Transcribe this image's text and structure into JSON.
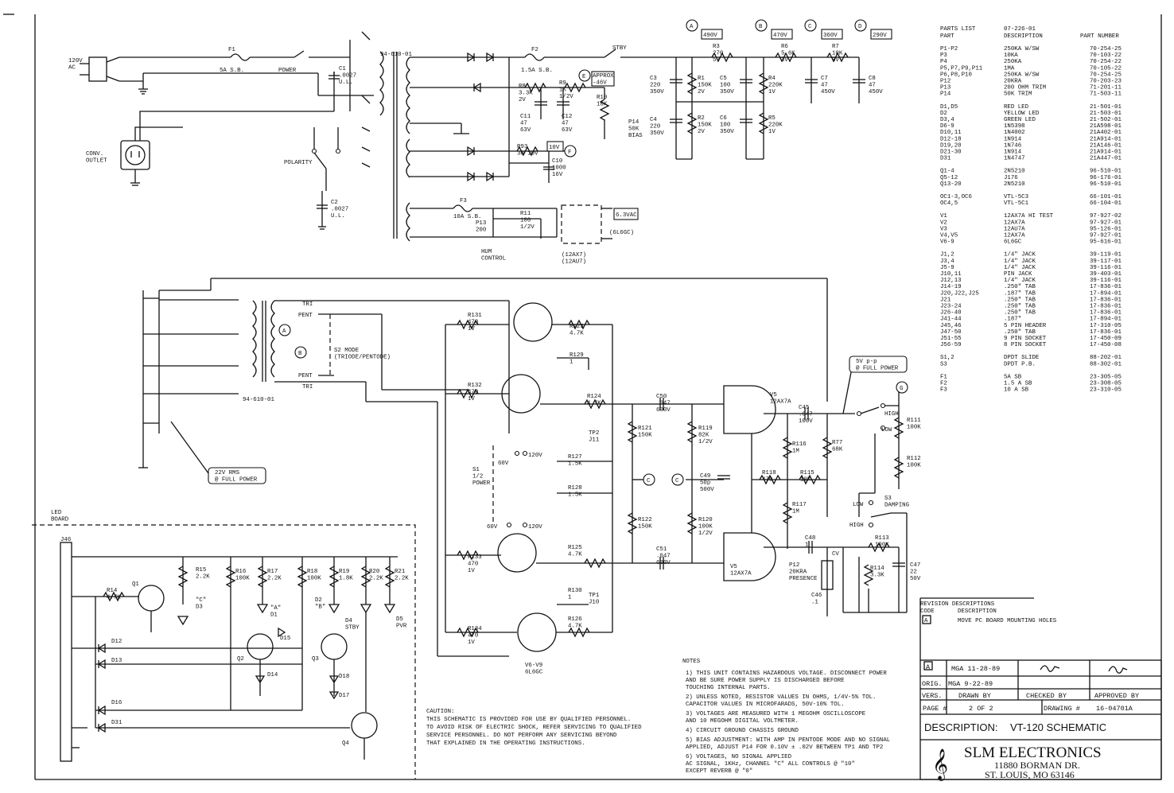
{
  "title_block": {
    "description_label": "DESCRIPTION:",
    "description": "VT-120 SCHEMATIC",
    "company": "SLM ELECTRONICS",
    "address1": "11880 BORMAN DR.",
    "address2": "ST. LOUIS, MO 63146",
    "rev_a": "A",
    "rev_a_by": "MGA 11-28-89",
    "orig_label": "ORIG.",
    "orig_by": "MGA 9-22-89",
    "vers_label": "VERS.",
    "drawn_by": "DRAWN BY",
    "checked_by": "CHECKED BY",
    "approved_by": "APPROVED BY",
    "page_label": "PAGE #",
    "page": "2 OF 2",
    "drawing_label": "DRAWING #",
    "drawing": "16-04701A"
  },
  "revision": {
    "heading": "REVISION DESCRIPTIONS",
    "code_label": "CODE",
    "desc_label": "DESCRIPTION",
    "code": "A",
    "text": "MOVE PC BOARD MOUNTING HOLES"
  },
  "parts_list": {
    "heading1": "PARTS LIST",
    "heading2": "PART",
    "doc_no": "07-226-01",
    "desc_label": "DESCRIPTION",
    "partno_label": "PART NUMBER",
    "rows": [
      [
        "P1-P2",
        "250KA W/SW",
        "70-254-25"
      ],
      [
        "P3",
        "10KA",
        "70-103-22"
      ],
      [
        "P4",
        "250KA",
        "70-254-22"
      ],
      [
        "P5,P7,P9,P11",
        "1MA",
        "70-105-22"
      ],
      [
        "P6,P8,P10",
        "250KA W/SW",
        "70-254-25"
      ],
      [
        "P12",
        "20KRA",
        "70-203-23"
      ],
      [
        "P13",
        "200 OHM TRIM",
        "71-201-11"
      ],
      [
        "P14",
        "50K TRIM",
        "71-503-11"
      ],
      [
        "",
        "",
        " "
      ],
      [
        "D1,D5",
        "RED LED",
        "21-501-01"
      ],
      [
        "D2",
        "YELLOW LED",
        "21-503-01"
      ],
      [
        "D3,4",
        "GREEN LED",
        "21-502-01"
      ],
      [
        "D6-9",
        "1N5398",
        "21A598-01"
      ],
      [
        "D10,11",
        "1N4002",
        "21A402-01"
      ],
      [
        "D12-18",
        "1N914",
        "21A914-01"
      ],
      [
        "D19,20",
        "1N746",
        "21A146-01"
      ],
      [
        "D21-30",
        "1N914",
        "21A914-01"
      ],
      [
        "D31",
        "1N4747",
        "21A447-01"
      ],
      [
        "",
        "",
        " "
      ],
      [
        "Q1-4",
        "2N5210",
        "96-510-01"
      ],
      [
        "Q5-12",
        "J176",
        "96-176-01"
      ],
      [
        "Q13-20",
        "2N5210",
        "96-510-01"
      ],
      [
        "",
        "",
        " "
      ],
      [
        "OC1-3,OC6",
        "VTL-5C3",
        "66-101-01"
      ],
      [
        "OC4,5",
        "VTL-5C1",
        "66-104-01"
      ],
      [
        "",
        "",
        " "
      ],
      [
        "V1",
        "12AX7A HI TEST",
        "97-927-02"
      ],
      [
        "V2",
        "12AX7A",
        "97-927-01"
      ],
      [
        "V3",
        "12AU7A",
        "95-126-01"
      ],
      [
        "V4,V5",
        "12AX7A",
        "97-927-01"
      ],
      [
        "V6-9",
        "6L6GC",
        "95-616-01"
      ],
      [
        "",
        "",
        " "
      ],
      [
        "J1,2",
        "1/4\" JACK",
        "39-119-01"
      ],
      [
        "J3,4",
        "1/4\" JACK",
        "39-117-01"
      ],
      [
        "J5-9",
        "1/4\" JACK",
        "39-116-01"
      ],
      [
        "J10,11",
        "PIN JACK",
        "39-403-01"
      ],
      [
        "J12,13",
        "1/4\" JACK",
        "39-116-01"
      ],
      [
        "J14-19",
        ".250\" TAB",
        "17-836-01"
      ],
      [
        "J20,J22,J25",
        ".187\" TAB",
        "17-894-01"
      ],
      [
        "J21",
        ".250\" TAB",
        "17-836-01"
      ],
      [
        "J23-24",
        ".250\" TAB",
        "17-836-01"
      ],
      [
        "J26-40",
        ".250\" TAB",
        "17-836-01"
      ],
      [
        "J41-44",
        ".187\"",
        "17-894-01"
      ],
      [
        "J45,46",
        "5 PIN HEADER",
        "17-310-05"
      ],
      [
        "J47-50",
        ".250\" TAB",
        "17-836-01"
      ],
      [
        "J51-55",
        "9 PIN SOCKET",
        "17-450-09"
      ],
      [
        "J56-59",
        "8 PIN SOCKET",
        "17-450-08"
      ],
      [
        "",
        "",
        " "
      ],
      [
        "S1,2",
        "DPDT SLIDE",
        "88-202-01"
      ],
      [
        "S3",
        "DPDT P.B.",
        "88-302-01"
      ],
      [
        "",
        "",
        " "
      ],
      [
        "F1",
        "5A SB",
        "23-305-05"
      ],
      [
        "F2",
        "1.5 A SB",
        "23-308-05"
      ],
      [
        "F3",
        "10 A SB",
        "23-310-05"
      ]
    ]
  },
  "notes": {
    "heading": "NOTES",
    "lines": [
      "1) THIS UNIT CONTAINS HAZARDOUS VOLTAGE.  DISCONNECT POWER",
      "   AND BE SURE POWER SUPPLY IS DISCHARGED BEFORE",
      "   TOUCHING INTERNAL PARTS.",
      "2) UNLESS NOTED, RESISTOR VALUES IN OHMS, 1/4V-5% TOL.",
      "   CAPACITOR VALUES IN MICROFARADS, 50V-10% TOL.",
      "3) VOLTAGES ARE MEASURED WITH 1 MEGOHM OSCILLOSCOPE",
      "   AND 10 MEGOHM DIGITAL VOLTMETER.",
      "4) CIRCUIT GROUND     CHASSIS GROUND",
      "5) BIAS ADJUSTMENT: WITH AMP IN PENTODE MODE AND NO SIGNAL",
      "APPLIED, ADJUST P14 FOR 0.10V ± .02V BETWEEN TP1 AND TP2",
      "6)       VOLTAGES, NO SIGNAL APPLIED",
      "         AC SIGNAL, 1KHz, CHANNEL \"C\" ALL CONTROLS @ \"10\"",
      "         EXCEPT REVERB @ \"0\""
    ]
  },
  "caution": {
    "heading": "CAUTION:",
    "lines": [
      "THIS SCHEMATIC IS PROVIDED FOR USE BY QUALIFIED PERSONNEL.",
      "TO AVOID RISK OF ELECTRIC SHOCK, REFER SERVICING TO QUALIFIED",
      "SERVICE PERSONNEL.  DO NOT PERFORM ANY SERVICING BEYOND",
      "THAT EXPLAINED IN THE OPERATING INSTRUCTIONS."
    ]
  },
  "psu": {
    "ac_in": "120V\nAC",
    "outlet": "CONV.\nOUTLET",
    "fuse1": "F1",
    "fuse1_val": "5A S.B.",
    "power": "POWER",
    "polarity": "POLARITY",
    "xfmr": "94-610-01",
    "fuse2": "F2",
    "fuse2_val": "1.5A S.B.",
    "stby": "STBY",
    "fuse3": "F3",
    "fuse3_val": "10A S.B.",
    "hum": "HUM\nCONTROL",
    "approx": "APPROX\n-46V",
    "v10": "10V",
    "v63": "6.3VAC",
    "v490": "490V",
    "v470": "470V",
    "v360": "360V",
    "v290": "290V",
    "tube_6l6": "(6L6GC)",
    "tube_12": "(12AX7)\n(12AU7)"
  },
  "components": {
    "c1": "C1\n.0027\nU.L.",
    "c2": "C2\n.0027\nU.L.",
    "r3": "R3\n270\n5V",
    "r6": "R6\n5.6K\n3V",
    "r7": "R7\n10K\n3V",
    "c3": "C3\n220\n350V",
    "c4": "C4\n220\n350V",
    "r1": "R1\n150K\n2V",
    "r2": "R2\n150K\n2V",
    "c5": "C5\n100\n350V",
    "c6": "C6\n100\n350V",
    "r4": "R4\n220K\n1V",
    "r5": "R5\n220K\n1V",
    "c7": "C7\n47\n450V",
    "c8": "C8\n47\n450V",
    "r8": "R8\n3.3K\n2V",
    "r9": "R9\n1K\n1/2V",
    "r10": "R10\n10K",
    "c11": "C11\n47\n63V",
    "c12": "C12\n47\n63V",
    "p14": "P14\n50K\nBIAS",
    "r93": "R93\n30 10V",
    "c10": "C10\n1000\n16V",
    "r11": "R11\n100\n1/2V",
    "p13": "P13\n200",
    "tri": "TRI",
    "pent": "PENT",
    "s2": "S2 MODE\n(TRIODE/PENTODE)",
    "out_xfmr": "94-610-01",
    "rms": "22V RMS\n@ FULL POWER",
    "r131": "R131\n470\n1V",
    "r132": "R132\n470\n1V",
    "r133": "R133\n470\n1V",
    "r134": "R134\n470\n1V",
    "r123": "R123\n4.7K",
    "r129": "R129\n1",
    "r124": "R124\n4.7K",
    "r127": "R127\n1.5K",
    "r128": "R128\n1.5K",
    "r125": "R125\n4.7K",
    "r130": "R130\n1",
    "r126": "R126\n4.7K",
    "tp2": "TP2\nJ11",
    "tp1": "TP1\nJ10",
    "s1": "S1\n1/2\nPOWER",
    "v120": "120V",
    "v60": "60V",
    "tubes": "V6-V9\n6L6GC",
    "c50": "C50\n.047\n600V",
    "c51": "C51\n.047\n600V",
    "r121": "R121\n150K",
    "r122": "R122\n150K",
    "r119": "R119\n82K\n1/2V",
    "r120": "R120\n100K\n1/2V",
    "c49": "C49\n50p\n500V",
    "v5": "V5\n12AX7A",
    "c45": "C45\n.047\n100V",
    "r116": "R116\n1M",
    "r77": "R77\n68K",
    "r118": "R118\n470",
    "r115": "R115\n10K",
    "r117": "R117\n1M",
    "c48": "C48\n1",
    "r113": "R113\n100K",
    "c47": "C47\n22\n50V",
    "r114": "R114\n3.3K",
    "p12": "P12\n20KRA\nPRESENCE",
    "c46": "C46\n.1",
    "cv": "CV",
    "r111": "R111\n100K",
    "r112": "R112\n100K",
    "s3": "S3\nDAMPING",
    "high": "HIGH",
    "low": "LOW",
    "vpp": "5V p-p\n@ FULL POWER"
  },
  "led_board": {
    "label": "LED\nBOARD",
    "j46": "J46",
    "r14": "R14\n4.7K",
    "r15": "R15\n2.2K",
    "r16": "R16\n100K",
    "r17": "R17\n2.2K",
    "r18": "R18\n100K",
    "r19": "R19\n1.8K",
    "r20": "R20\n2.2K",
    "r21": "R21\n2.2K",
    "q1": "Q1",
    "q2": "Q2",
    "q3": "Q3",
    "q4": "Q4",
    "d3": "\"C\"\nD3",
    "d1": "\"A\"\nD1",
    "d2": "D2\n\"B\"",
    "d4": "D4\nSTBY",
    "d5": "D5\nPVR",
    "d12": "D12",
    "d13": "D13",
    "d14": "D14",
    "d15": "D15",
    "d16": "D16",
    "d17": "D17",
    "d18": "D18",
    "d31": "D31"
  }
}
